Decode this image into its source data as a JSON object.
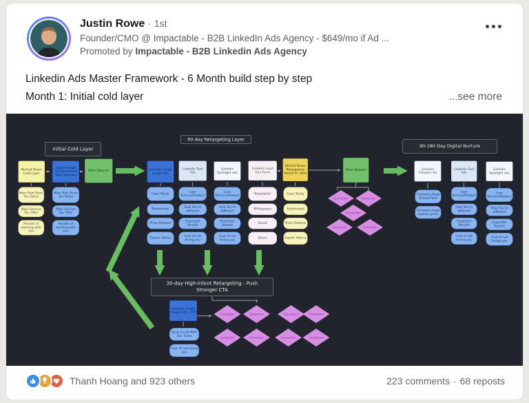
{
  "colors": {
    "page_bg": "#ebe9e6",
    "card_bg": "#ffffff",
    "diagram_bg": "#21242c",
    "accent_green": "#68bd63",
    "node_blue_strong": "#3b72d8",
    "node_blue_light": "#8ab4ef",
    "node_yellow_pale": "#f6f2a6",
    "node_gold": "#eed35a",
    "node_purple": "#d78fe4",
    "reaction_like_blue": "#378fe9",
    "reaction_insightful_gold": "#e8a33d",
    "reaction_love_red": "#df604d"
  },
  "post": {
    "author_name": "Justin Rowe",
    "dot": "·",
    "degree": "1st",
    "headline": "Founder/CMO @ Impactable - B2B LinkedIn Ads Agency - $649/mo if Ad ...",
    "promoted_prefix": "Promoted by",
    "promoted_name": "Impactable - B2B Linkedin Ads Agency",
    "menu_icon": "ellipsis-horizontal",
    "body_line1": "Linkedin Ads Master Framework - 6 Month build step by step",
    "body_line2": "Month 1: Initial cold layer",
    "see_more": "...see more"
  },
  "diagram": {
    "type": "flowchart",
    "cold": {
      "label": "Initial Cold Layer",
      "head_yellow": "Niched Down Cold Layer",
      "head_blue": "Single Image Ads pointed at Main Website",
      "website": "Main Website",
      "yellow_items": [
        "Main Pain Point You Solve",
        "Main Service You Offer",
        "Results of working with you"
      ],
      "blue_items": [
        "Main Pain Point You Solve",
        "Main Service You Offer",
        "Results of working with you"
      ]
    },
    "retarget90": {
      "label": "90-day Retargeting Layer",
      "cols": [
        {
          "head": "LinkedIn Single Image Ads",
          "items": [
            "Case Study",
            "Testimonial",
            "Press Release",
            "Expert Advice"
          ]
        },
        {
          "head": "Linkedin Text Ads",
          "items": [
            "Core Service/Product",
            "How You're different",
            "Expected Results",
            "Cost of not hiring you"
          ]
        },
        {
          "head": "Linkedin Spotlight ads",
          "items": [
            "Core Service/Product",
            "How You're different",
            "Expected Results",
            "Cost of not hiring you"
          ]
        },
        {
          "head": "Linkedin Lead Gen Form",
          "items": [
            "Newsletter",
            "Whitepaper",
            "Ebook",
            "Demo"
          ]
        },
        {
          "head": "Niched Down Retargeting based on data",
          "items": [
            "Case Study",
            "Testimonial",
            "Press Release",
            "Expert Advice"
          ]
        }
      ],
      "website": "Main Website",
      "conversion": "Conversion"
    },
    "nurture": {
      "label": "90-180 Day Digital Nurture",
      "cols": [
        {
          "head": "Linkedin Follower Ad",
          "items": [
            "Company Page Pinned Post",
            "Company page organic posts"
          ]
        },
        {
          "head": "Linkedin Text Ads",
          "items": [
            "Core Service/Product",
            "How You're different",
            "Expected Results",
            "Cost of not hiring you"
          ]
        },
        {
          "head": "Linkedin Spotlight ads",
          "items": [
            "Core Service/Product",
            "How You're different",
            "Expected Results",
            "Cost of not hiring you"
          ]
        }
      ]
    },
    "intent30": {
      "label_line1": "30-day High-Intent Retargeting - Push",
      "label_line2": "Stronger CTA",
      "head_blue": "LinkedIn Single Image Ads - CTA",
      "items": [
        "Book A Call With Our Team",
        "Cost of not hiring you"
      ],
      "conversion": "Conversion"
    }
  },
  "footer": {
    "reaction_icons": [
      "like",
      "insightful",
      "love"
    ],
    "social_text": "Thanh Hoang and 923 others",
    "comments": "223 comments",
    "dot": "·",
    "reposts": "68 reposts"
  }
}
